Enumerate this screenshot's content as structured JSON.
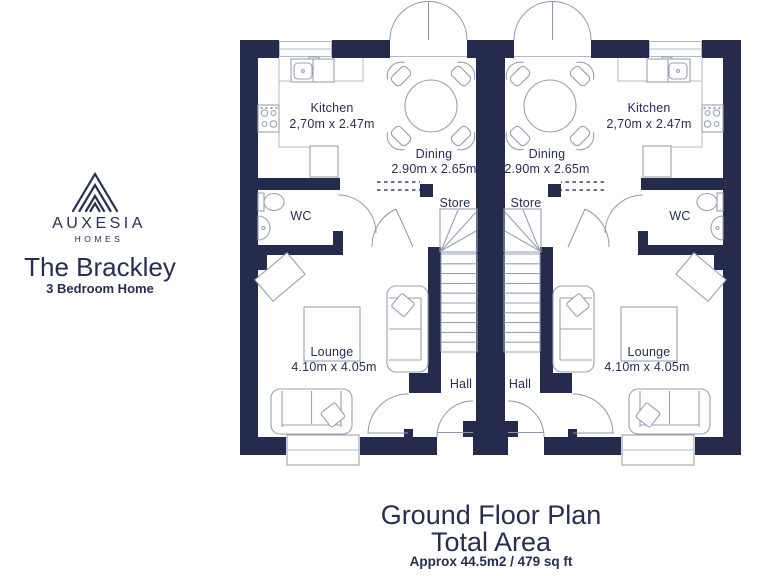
{
  "brand": {
    "name": "AUXESIA",
    "tagline": "HOMES"
  },
  "property": {
    "name": "The Brackley",
    "subtitle": "3 Bedroom Home"
  },
  "rooms": {
    "kitchen": {
      "label": "Kitchen",
      "dims": "2,70m x 2.47m"
    },
    "dining": {
      "label": "Dining",
      "dims": "2.90m x 2.65m"
    },
    "wc": {
      "label": "WC"
    },
    "store": {
      "label": "Store"
    },
    "lounge": {
      "label": "Lounge",
      "dims": "4.10m x 4.05m"
    },
    "hall": {
      "label": "Hall"
    }
  },
  "footer": {
    "title": "Ground Floor Plan",
    "subtitle": "Total Area",
    "area": "Approx 44.5m2 / 479 sq ft"
  },
  "colors": {
    "wall": "#252b4d",
    "text": "#272e52",
    "fixture_line": "#98a0b4",
    "door_line": "#8f96aa"
  }
}
